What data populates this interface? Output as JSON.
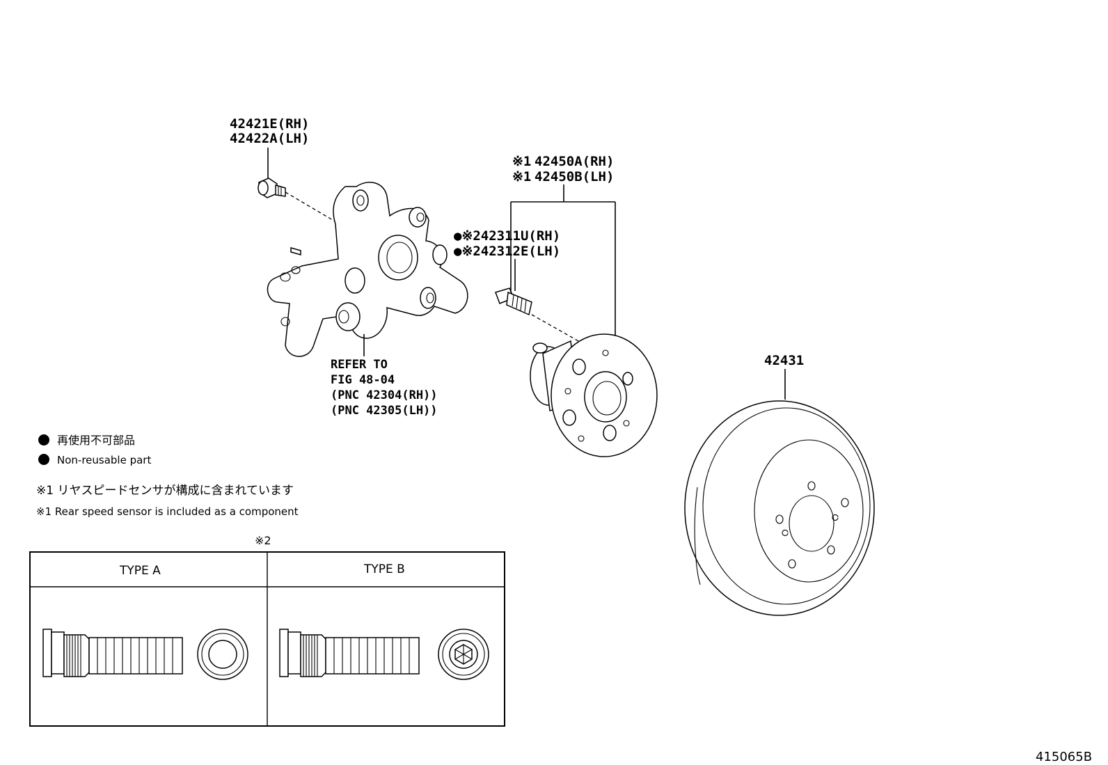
{
  "callouts": {
    "bolt_rh": "42421E(RH)",
    "bolt_lh": "42422A(LH)",
    "hub_rh_mark": "※1",
    "hub_rh": "42450A(RH)",
    "hub_lh_mark": "※1",
    "hub_lh": "42450B(LH)",
    "stud_rh": "●※242311U(RH)",
    "stud_lh": "●※242312E(LH)",
    "disc": "42431",
    "refer_1": "REFER TO",
    "refer_2": "FIG 48-04",
    "refer_3": "(PNC 42304(RH))",
    "refer_4": "(PNC 42305(LH))"
  },
  "notes": {
    "nonreuse_jp": "再使用不可部品",
    "nonreuse_en": "Non-reusable part",
    "sensor_jp": "※1 リヤスピードセンサが構成に含まれています",
    "sensor_en": "※1 Rear speed sensor is included as a component"
  },
  "types_table": {
    "mark": "※2",
    "type_a": "TYPE A",
    "type_b": "TYPE B"
  },
  "figure_id": "415065B"
}
